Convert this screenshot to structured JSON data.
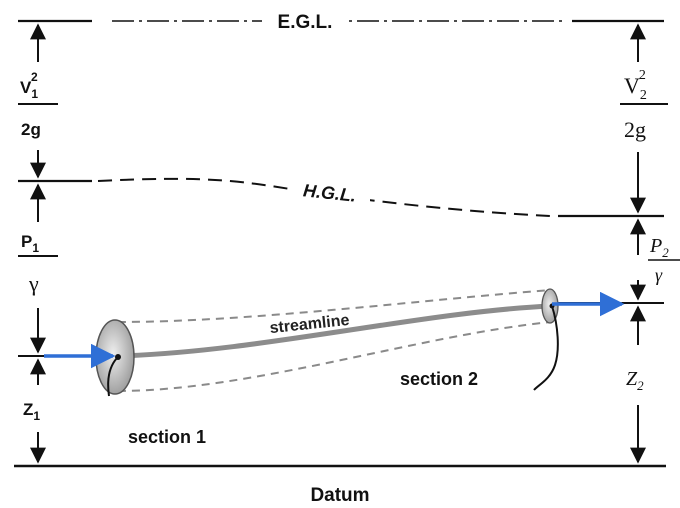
{
  "labels": {
    "egl": "E.G.L.",
    "hgl": "H.G.L.",
    "streamline": "streamline",
    "section1": "section 1",
    "section2": "section 2",
    "datum": "Datum"
  },
  "left_terms": {
    "v1": "V",
    "v1_sub": "1",
    "v1_sup": "2",
    "g1": "2g",
    "p1": "P",
    "p1_sub": "1",
    "gamma1": "γ",
    "z1": "Z",
    "z1_sub": "1"
  },
  "right_terms": {
    "v2": "V",
    "v2_sub": "2",
    "v2_sup": "2",
    "g2": "2g",
    "p2": "P",
    "p2_sub": "2",
    "gamma2": "γ",
    "z2": "Z",
    "z2_sub": "2"
  },
  "colors": {
    "line": "#111111",
    "flow_arrow": "#2f6fd6",
    "tube_dashed": "#8a8a8a",
    "streamline": "#8c8c8c",
    "section_fill": "#c8c8c8"
  }
}
